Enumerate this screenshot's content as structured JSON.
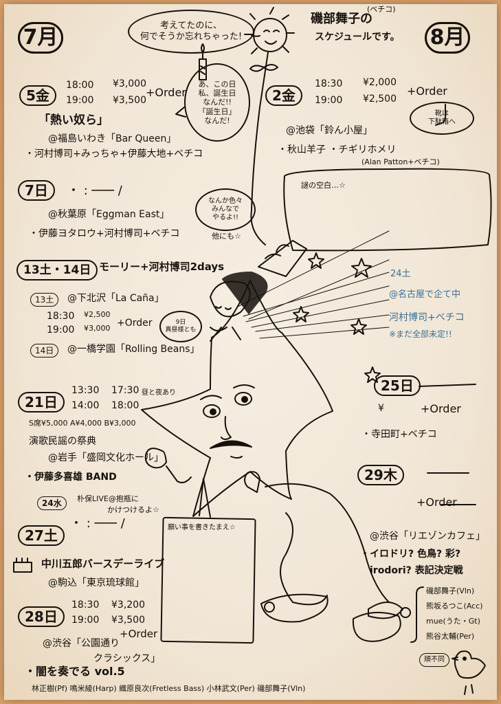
{
  "header": {
    "month_left": "7月",
    "month_right": "8月",
    "thought_bubble": [
      "考えてたのに、",
      "何でそうか忘れちゃった!"
    ],
    "title": [
      "磯部舞子の",
      "スケジュールです。"
    ],
    "title_ruby": "(ベチコ)"
  },
  "july": {
    "d5": {
      "date": "5金",
      "time1": "18:00",
      "time2": "19:00",
      "price1": "¥3,000",
      "price2": "¥3,500",
      "order": "+Order",
      "title": "「熱い奴ら」",
      "venue": "@福島いわき「Bar Queen」",
      "lineup": "・河村博司+みっちゃ+伊藤大地+ベチコ"
    },
    "birthday_bubble": [
      "あ、この日",
      "私、誕生日",
      "なんだ!!",
      "「誕生日」",
      "なんだ!"
    ],
    "d7": {
      "date": "7日",
      "time": "・ : ─── /",
      "venue": "@秋葉原「Eggman East」",
      "lineup": "・伊藤ヨタロウ+河村博司+ベチコ",
      "other": "他にも☆"
    },
    "iroiro_bubble": [
      "なんか色々",
      "みんなで",
      "やるよ!!"
    ],
    "d13": {
      "date": "13土・14日",
      "title": "モーリー+河村博司2days",
      "sat_label": "13土",
      "sat_venue": "@下北沢「La Caña」",
      "time1": "18:30",
      "time2": "19:00",
      "price1": "¥2,500",
      "price2": "¥3,000",
      "order": "+Order",
      "sun_label": "14日",
      "sun_venue": "@一橋学園「Rolling Beans」"
    },
    "shinzo_bubble": [
      "9日",
      "真昼様とも"
    ],
    "d21": {
      "date": "21日",
      "time1": "13:30",
      "time2": "14:00",
      "time3": "17:30",
      "time4": "18:00",
      "note": "昼と夜あり",
      "prices": "S席¥5,000 A¥4,000 B¥3,000",
      "title": "演歌民謡の祭典",
      "venue": "@岩手「盛岡文化ホール」",
      "lineup": "・伊藤多喜雄 BAND"
    },
    "d24": {
      "date": "24水",
      "note": [
        "朴保LIVE@抱瓶に",
        "かけつけるよ☆"
      ]
    },
    "d27": {
      "date": "27土",
      "time": "・ : ─── /",
      "title": "中川五郎バースデーライブ",
      "venue": "@駒込「東京琉球館」"
    },
    "d28": {
      "date": "28日",
      "time1": "18:30",
      "time2": "19:00",
      "price1": "¥3,200",
      "price2": "¥3,500",
      "order": "+Order",
      "venue": "@渋谷「公園通り",
      "venue2": "クラシックス」",
      "title": "・闇を奏でる vol.5",
      "members": "林正樹(Pf) 鳴米綾(Harp) 織原良次(Fretless Bass) 小林武文(Per) 磯部舞子(Vln)"
    }
  },
  "august": {
    "d2": {
      "date": "2金",
      "time1": "18:30",
      "time2": "19:00",
      "price1": "¥2,000",
      "price2": "¥2,500",
      "order": "+Order",
      "venue": "@池袋「鈴ん小屋」",
      "lineup": "・秋山羊子 ・チギリホメリ",
      "sub": "(Alan Patton+ベチコ)"
    },
    "shoes_bubble": [
      "靴は",
      "下駄箱へ"
    ],
    "blank": "謎の空白…☆",
    "d24": {
      "date": "24土",
      "line1": "@名古屋で企て中",
      "line2": "河村博司+ベチコ",
      "line3": "※まだ全部未定!!"
    },
    "d25": {
      "date": "25日",
      "price": "¥",
      "order": "+Order",
      "lineup": "・寺田町+ベチコ"
    },
    "d29": {
      "date": "29木",
      "order": "+Order",
      "venue": "@渋谷「リエゾンカフェ」",
      "title": "・イロドリ? 色鳥? 彩?",
      "title2": "irodori? 表記決定戦",
      "members": [
        "磯部舞子(Vln)",
        "熊坂るつこ(Acc)",
        "mue(うた・Gt)",
        "熊谷太輔(Per)"
      ],
      "order_note": "順不同"
    }
  },
  "wish_paper": "願い事を書きたまえ☆",
  "colors": {
    "ink": "#16110c",
    "paper": "#f3e9da",
    "pencil_blue": "#3a6f96",
    "background": "#d9a36c"
  }
}
